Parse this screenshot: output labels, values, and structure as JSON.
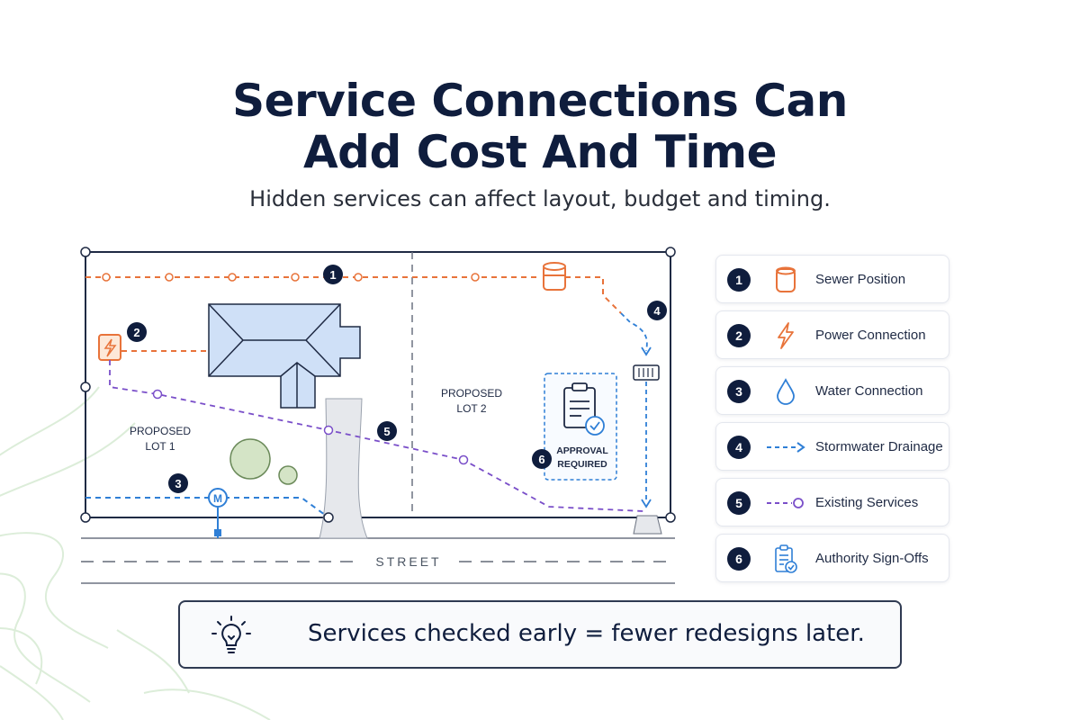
{
  "header": {
    "title_line1": "Service Connections Can",
    "title_line2": "Add Cost And Time",
    "subtitle": "Hidden services can affect layout, budget and timing."
  },
  "plan": {
    "lot1_line1": "PROPOSED",
    "lot1_line2": "LOT 1",
    "lot2_line1": "PROPOSED",
    "lot2_line2": "LOT 2",
    "approval_line1": "APPROVAL",
    "approval_line2": "REQUIRED",
    "street": "STREET",
    "meter_label": "M",
    "callouts": [
      "1",
      "2",
      "3",
      "4",
      "5",
      "6"
    ]
  },
  "legend": [
    {
      "num": "1",
      "label": "Sewer Position",
      "icon": "sewer-pipe-icon"
    },
    {
      "num": "2",
      "label": "Power Connection",
      "icon": "lightning-bolt-icon"
    },
    {
      "num": "3",
      "label": "Water Connection",
      "icon": "water-drop-icon"
    },
    {
      "num": "4",
      "label": "Stormwater Drainage",
      "icon": "dashed-arrow-icon"
    },
    {
      "num": "5",
      "label": "Existing Services",
      "icon": "dashed-line-circle-icon"
    },
    {
      "num": "6",
      "label": "Authority Sign-Offs",
      "icon": "clipboard-check-icon"
    }
  ],
  "tip": {
    "text": "Services checked early = fewer redesigns later.",
    "icon": "lightbulb-icon"
  },
  "colors": {
    "navy": "#0f1d3d",
    "sewer_orange": "#e8733a",
    "water_blue": "#2f7fd6",
    "existing_purple": "#7a4fc9",
    "roof_blue": "#cfe0f7",
    "contour_green": "#d7ead7"
  }
}
